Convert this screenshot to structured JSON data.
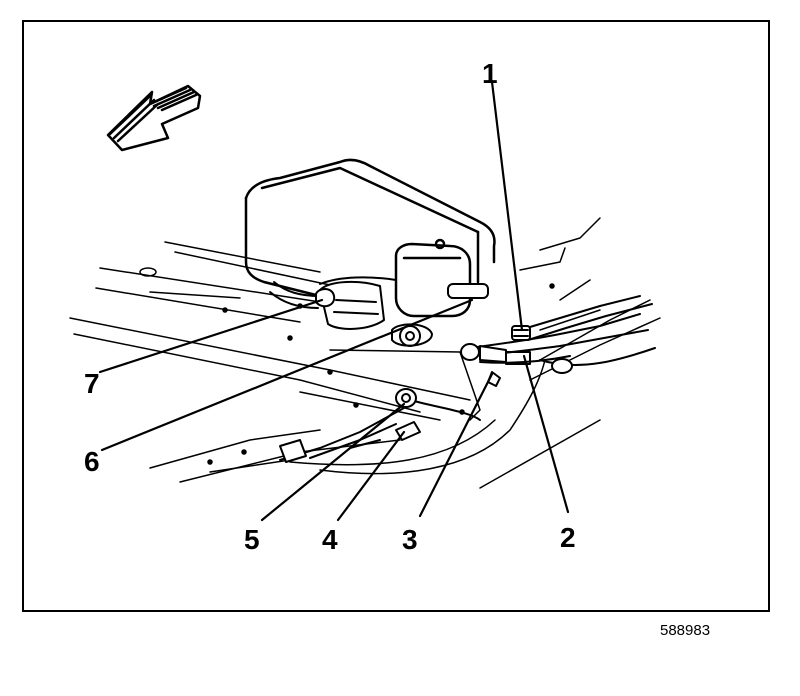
{
  "diagram": {
    "callouts": [
      "1",
      "2",
      "3",
      "4",
      "5",
      "6",
      "7"
    ],
    "figure_id": "588983"
  }
}
